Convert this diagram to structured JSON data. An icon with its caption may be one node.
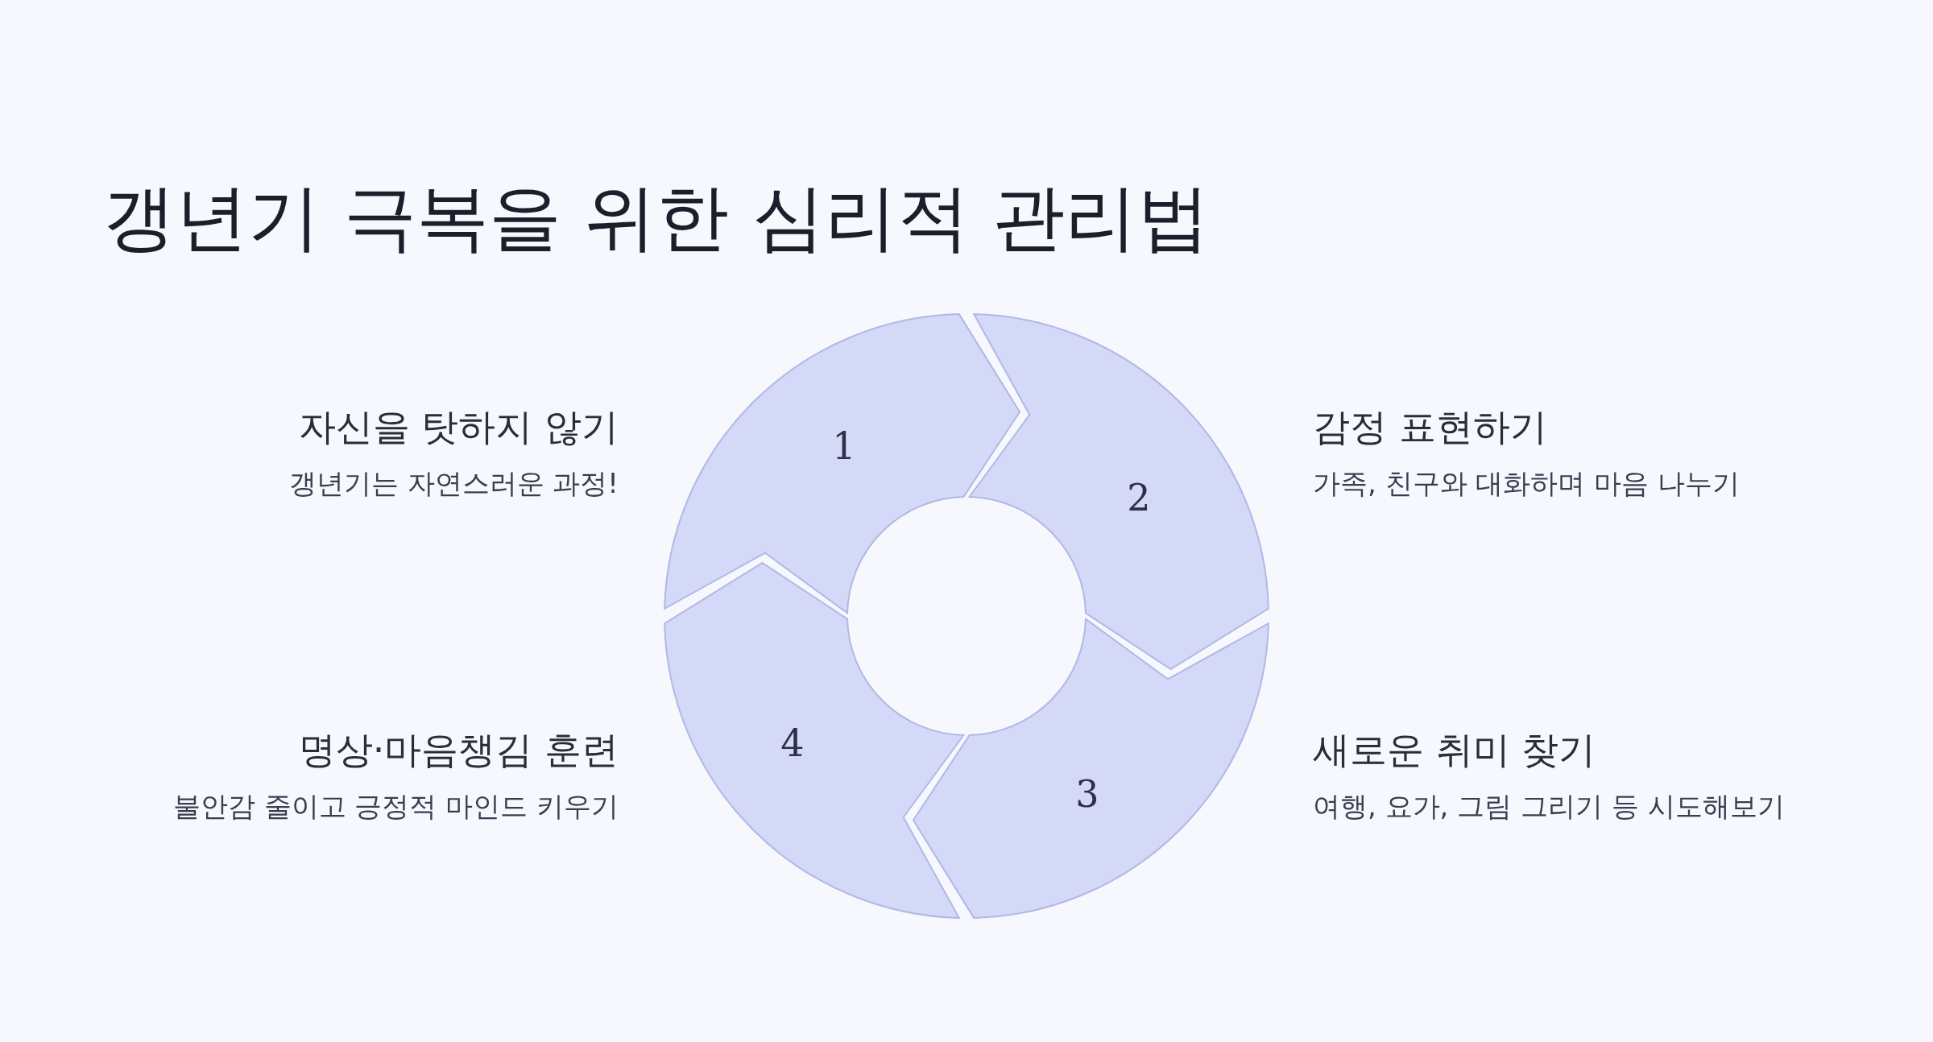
{
  "diagram": {
    "title": "갱년기 극복을 위한 심리적 관리법",
    "nodes": [
      {
        "text": [
          "1"
        ],
        "beside": [
          "자신을 탓하지 않기",
          "갱년기는 자연스러운 과정!"
        ]
      },
      {
        "text": [
          "2"
        ],
        "beside": [
          "감정 표현하기",
          "가족, 친구와 대화하며 마음 나누기"
        ]
      },
      {
        "text": [
          "3"
        ],
        "beside": [
          "새로운 취미 찾기",
          "여행, 요가, 그림 그리기 등 시도해보기"
        ]
      },
      {
        "text": [
          "4"
        ],
        "beside": [
          "명상·마음챙김 훈련",
          "불안감 줄이고 긍정적 마인드 키우기"
        ]
      }
    ]
  }
}
